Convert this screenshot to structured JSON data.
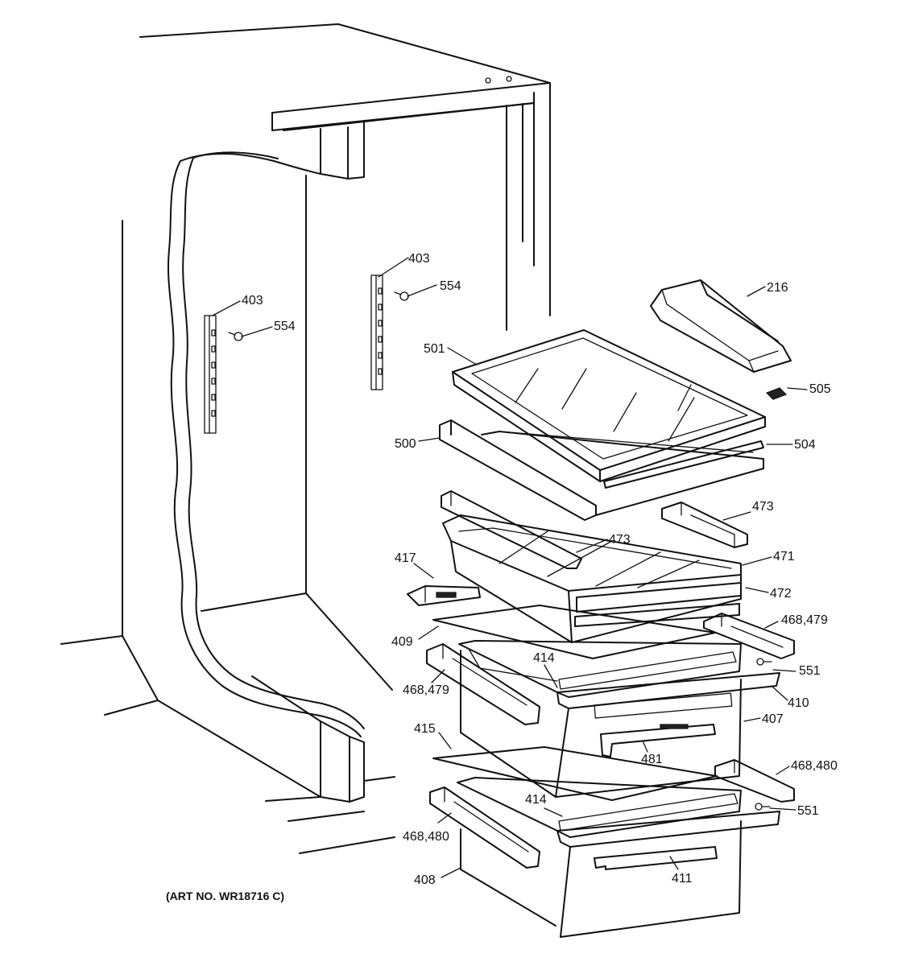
{
  "caption": "(ART NO. WR18716 C)",
  "labels": {
    "p216": "216",
    "p403a": "403",
    "p554a": "554",
    "p403b": "403",
    "p554b": "554",
    "p501": "501",
    "p505": "505",
    "p500": "500",
    "p504": "504",
    "p473a": "473",
    "p473b": "473",
    "p417": "417",
    "p471": "471",
    "p472": "472",
    "p409": "409",
    "p468_479a": "468,479",
    "p414a": "414",
    "p551a": "551",
    "p468_479b": "468,479",
    "p410": "410",
    "p407": "407",
    "p415": "415",
    "p481": "481",
    "p468_480a": "468,480",
    "p414b": "414",
    "p551b": "551",
    "p468_480b": "468,480",
    "p408": "408",
    "p411": "411"
  }
}
